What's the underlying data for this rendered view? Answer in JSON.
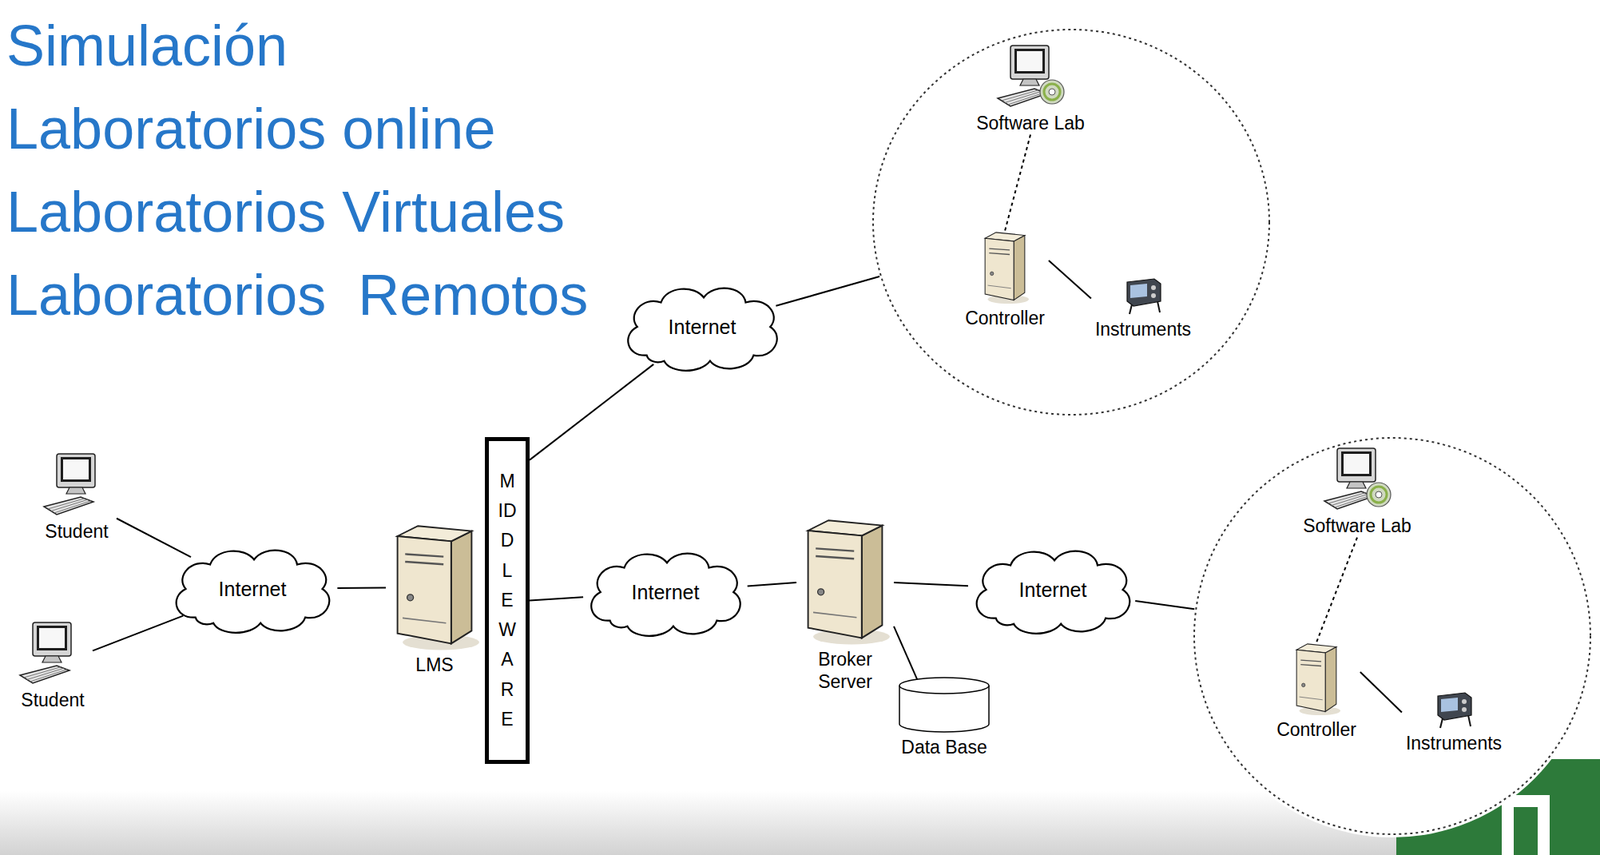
{
  "diagram": {
    "nodes": [
      {
        "text": [
          "Student"
        ]
      },
      {
        "text": [
          "Student"
        ]
      },
      {
        "text": [
          "Internet"
        ]
      },
      {
        "text": [
          "LMS"
        ]
      },
      {
        "text": [
          "MIDDLEWARE"
        ]
      },
      {
        "text": [
          "Internet"
        ]
      },
      {
        "text": [
          "Internet"
        ]
      },
      {
        "text": [
          "Broker Server"
        ]
      },
      {
        "text": [
          "Data Base"
        ]
      },
      {
        "text": [
          "Internet"
        ]
      },
      {
        "text": []
      },
      {
        "text": [
          "Software Lab"
        ],
        "in": 10
      },
      {
        "text": [
          "Controller"
        ],
        "in": 10
      },
      {
        "text": [
          "Instruments"
        ],
        "in": 10
      },
      {
        "text": []
      },
      {
        "text": [
          "Software Lab"
        ],
        "in": 14
      },
      {
        "text": [
          "Controller"
        ],
        "in": 14
      },
      {
        "text": [
          "Instruments"
        ],
        "in": 14
      }
    ],
    "edges": [
      {
        "from": 0,
        "to": 2,
        "arrow": "none"
      },
      {
        "from": 1,
        "to": 2,
        "arrow": "none"
      },
      {
        "from": 2,
        "to": 3,
        "arrow": "none"
      },
      {
        "from": 4,
        "to": 5,
        "arrow": "none"
      },
      {
        "from": 4,
        "to": 6,
        "arrow": "none"
      },
      {
        "from": 5,
        "to": 10,
        "arrow": "none"
      },
      {
        "from": 6,
        "to": 7,
        "arrow": "none"
      },
      {
        "from": 7,
        "to": 8,
        "arrow": "none"
      },
      {
        "from": 7,
        "to": 9,
        "arrow": "none"
      },
      {
        "from": 9,
        "to": 14,
        "arrow": "none"
      },
      {
        "from": 11,
        "to": 12,
        "arrow": "none"
      },
      {
        "from": 12,
        "to": 13,
        "arrow": "none"
      },
      {
        "from": 15,
        "to": 16,
        "arrow": "none"
      },
      {
        "from": 16,
        "to": 17,
        "arrow": "none"
      }
    ],
    "labels": [
      "Simulación",
      "Laboratorios online",
      "Laboratorios Virtuales",
      "Laboratorios  Remotos"
    ]
  }
}
